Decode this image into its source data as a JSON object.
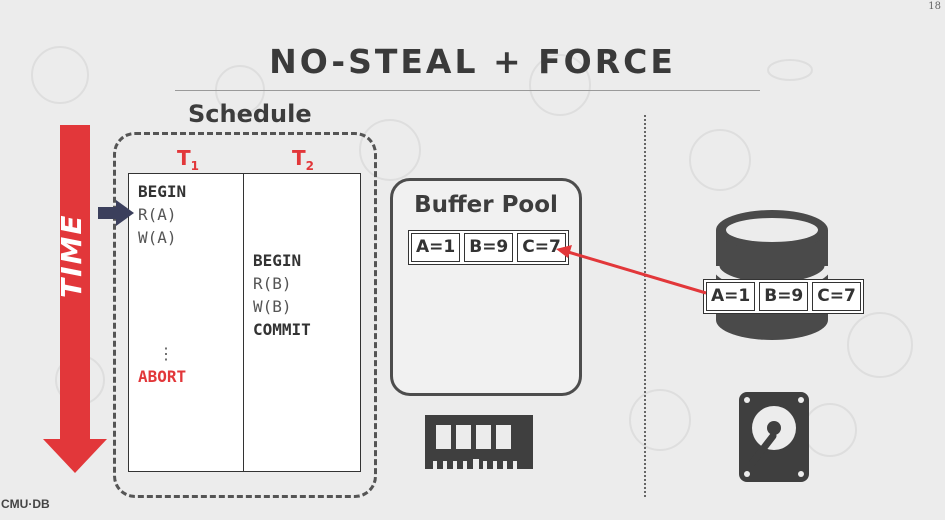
{
  "page_number": "18",
  "title": "NO-STEAL + FORCE",
  "schedule": {
    "label": "Schedule",
    "time_label": "TIME",
    "t1": {
      "name": "T",
      "sub": "1",
      "ops": [
        "BEGIN",
        "R(A)",
        "W(A)",
        "⋮",
        "ABORT"
      ]
    },
    "t2": {
      "name": "T",
      "sub": "2",
      "ops": [
        "BEGIN",
        "R(B)",
        "W(B)",
        "COMMIT"
      ]
    }
  },
  "buffer_pool": {
    "label": "Buffer Pool",
    "cells": [
      "A=1",
      "B=9",
      "C=7"
    ]
  },
  "disk": {
    "cells": [
      "A=1",
      "B=9",
      "C=7"
    ]
  },
  "icons": [
    "ram-icon",
    "hard-drive-icon",
    "database-icon",
    "cursor-arrow-icon"
  ],
  "colors": {
    "accent_red": "#e2373a",
    "arrow_navy": "#3b3f5c"
  },
  "footer": {
    "logo": "CMU·DB"
  }
}
